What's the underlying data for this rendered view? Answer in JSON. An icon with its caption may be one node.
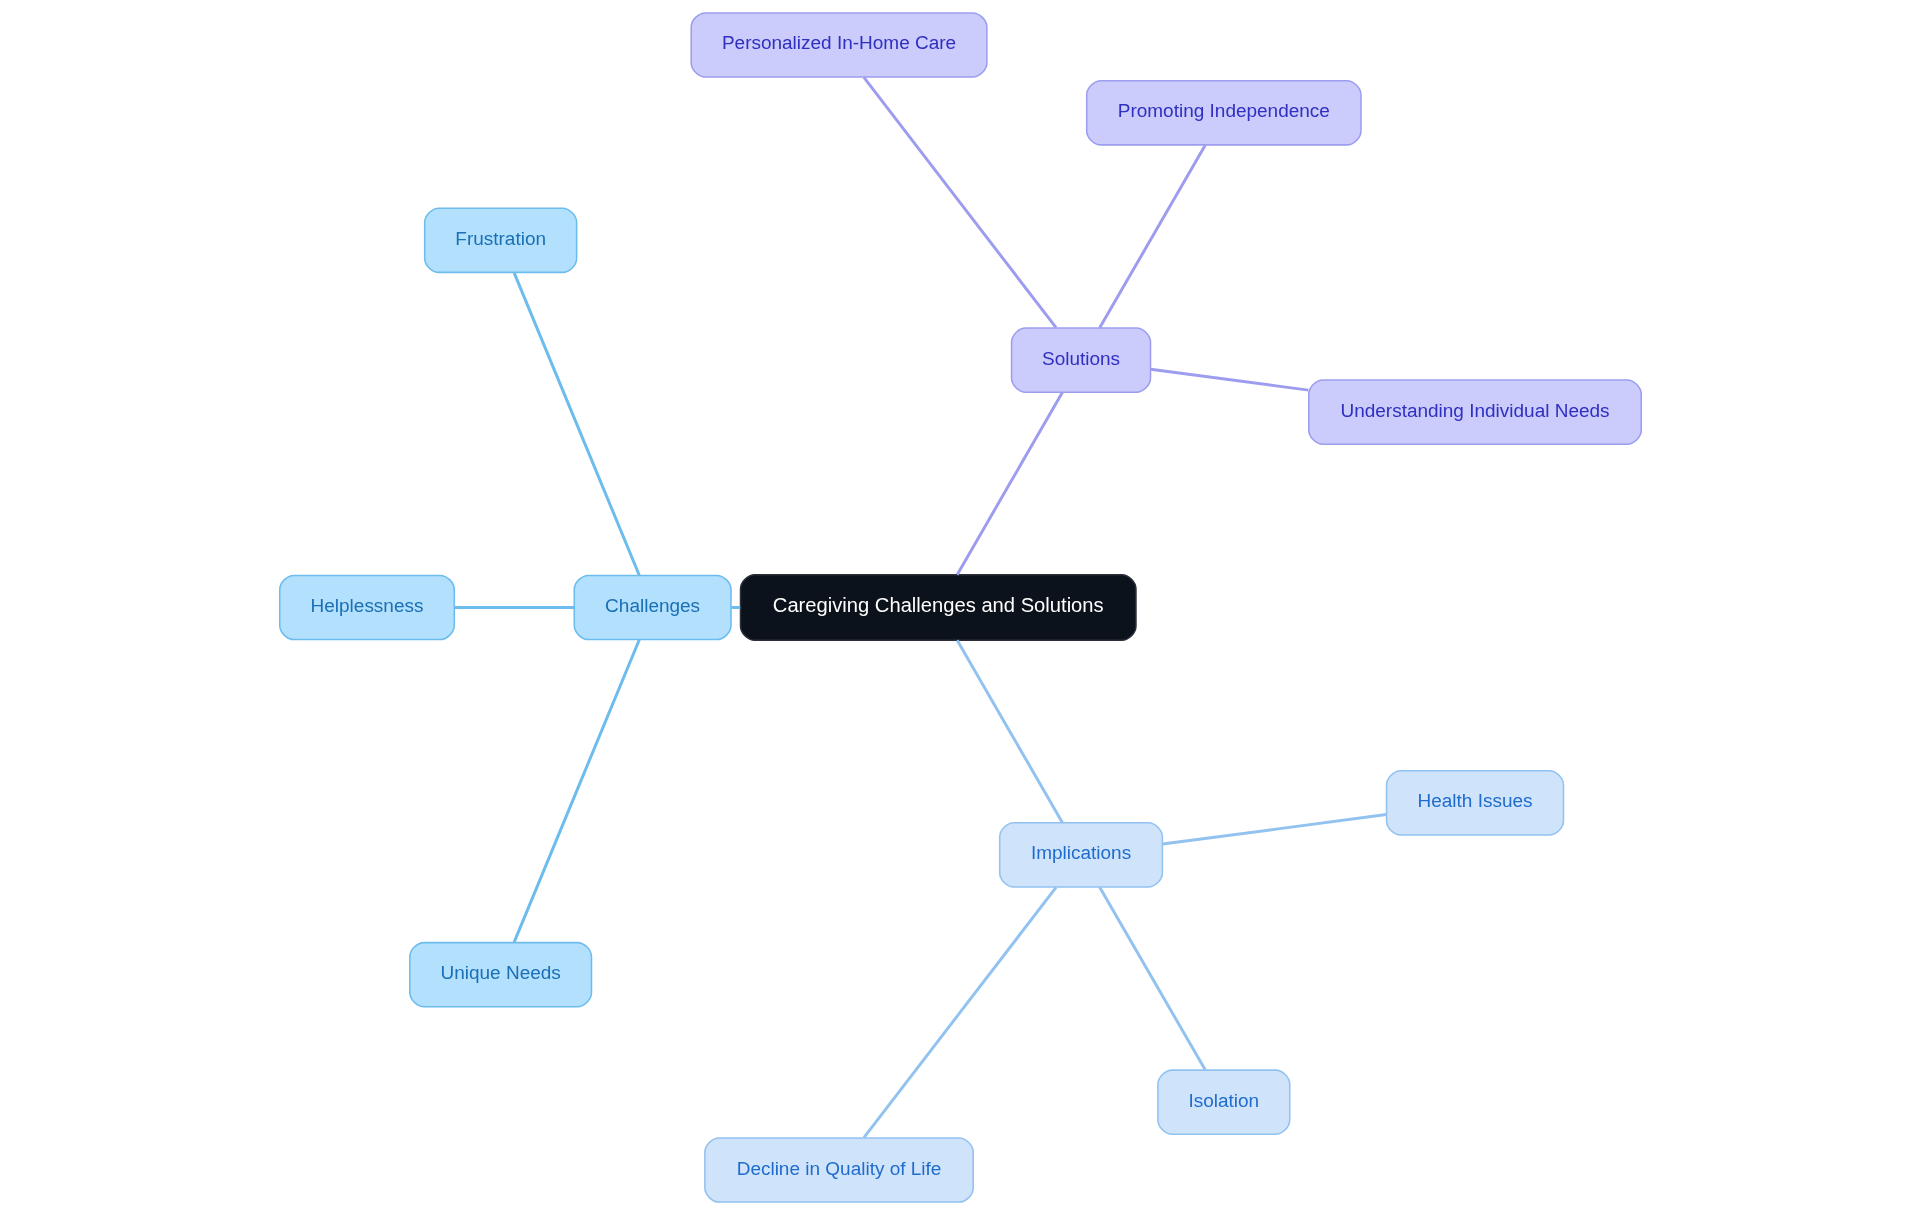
{
  "diagram": {
    "nodes": [
      {
        "text": [
          "Caregiving Challenges and Solutions"
        ]
      },
      {
        "text": [
          "Solutions"
        ]
      },
      {
        "text": [
          "Understanding Individual Needs"
        ]
      },
      {
        "text": [
          "Promoting Independence"
        ]
      },
      {
        "text": [
          "Personalized In-Home Care"
        ]
      },
      {
        "text": [
          "Challenges"
        ]
      },
      {
        "text": [
          "Frustration"
        ]
      },
      {
        "text": [
          "Helplessness"
        ]
      },
      {
        "text": [
          "Unique Needs"
        ]
      },
      {
        "text": [
          "Implications"
        ]
      },
      {
        "text": [
          "Decline in Quality of Life"
        ]
      },
      {
        "text": [
          "Isolation"
        ]
      },
      {
        "text": [
          "Health Issues"
        ]
      }
    ],
    "edges": [
      {
        "from": 0,
        "to": 1,
        "arrow": "none",
        "color": "#9d9df0"
      },
      {
        "from": 1,
        "to": 2,
        "arrow": "none",
        "color": "#9d9df0"
      },
      {
        "from": 1,
        "to": 3,
        "arrow": "none",
        "color": "#9d9df0"
      },
      {
        "from": 1,
        "to": 4,
        "arrow": "none",
        "color": "#9d9df0"
      },
      {
        "from": 0,
        "to": 5,
        "arrow": "none",
        "color": "#6cbcee"
      },
      {
        "from": 5,
        "to": 6,
        "arrow": "none",
        "color": "#6cbcee"
      },
      {
        "from": 5,
        "to": 7,
        "arrow": "none",
        "color": "#6cbcee"
      },
      {
        "from": 5,
        "to": 8,
        "arrow": "none",
        "color": "#6cbcee"
      },
      {
        "from": 0,
        "to": 9,
        "arrow": "none",
        "color": "#92c2f0"
      },
      {
        "from": 9,
        "to": 10,
        "arrow": "none",
        "color": "#92c2f0"
      },
      {
        "from": 9,
        "to": 11,
        "arrow": "none",
        "color": "#92c2f0"
      },
      {
        "from": 9,
        "to": 12,
        "arrow": "none",
        "color": "#92c2f0"
      }
    ]
  }
}
